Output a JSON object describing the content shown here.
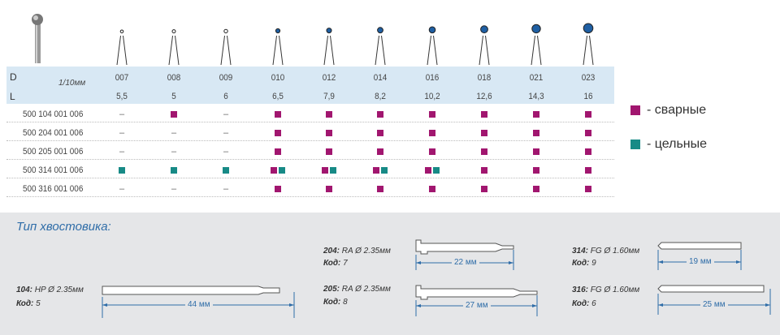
{
  "table": {
    "row_label_d": "D",
    "row_label_l": "L",
    "unit": "1/10мм",
    "sizes": [
      {
        "d": "007",
        "l": "5,5"
      },
      {
        "d": "008",
        "l": "5"
      },
      {
        "d": "009",
        "l": "6"
      },
      {
        "d": "010",
        "l": "6,5"
      },
      {
        "d": "012",
        "l": "7,9"
      },
      {
        "d": "014",
        "l": "8,2"
      },
      {
        "d": "016",
        "l": "10,2"
      },
      {
        "d": "018",
        "l": "12,6"
      },
      {
        "d": "021",
        "l": "14,3"
      },
      {
        "d": "023",
        "l": "16"
      }
    ],
    "rows": [
      {
        "code": "500 104 001 006",
        "cells": [
          "–",
          "m",
          "–",
          "m",
          "m",
          "m",
          "m",
          "m",
          "m",
          "m"
        ]
      },
      {
        "code": "500 204 001 006",
        "cells": [
          "–",
          "–",
          "–",
          "m",
          "m",
          "m",
          "m",
          "m",
          "m",
          "m"
        ]
      },
      {
        "code": "500 205 001 006",
        "cells": [
          "–",
          "–",
          "–",
          "m",
          "m",
          "m",
          "m",
          "m",
          "m",
          "m"
        ]
      },
      {
        "code": "500 314 001 006",
        "cells": [
          "t",
          "t",
          "t",
          "mt",
          "mt",
          "mt",
          "mt",
          "m",
          "m",
          "m"
        ]
      },
      {
        "code": "500 316 001 006",
        "cells": [
          "–",
          "–",
          "–",
          "m",
          "m",
          "m",
          "m",
          "m",
          "m",
          "m"
        ]
      }
    ]
  },
  "legend": {
    "welded": "- сварные",
    "solid": "- цельные",
    "welded_color": "#a1166f",
    "solid_color": "#178a86"
  },
  "shank": {
    "title": "Тип хвостовика:",
    "items": [
      {
        "id": "104",
        "num": "104:",
        "type": "HP Ø 2.35мм",
        "code_label": "Код:",
        "code": "5",
        "length": "44 мм"
      },
      {
        "id": "204",
        "num": "204:",
        "type": "RA Ø 2.35мм",
        "code_label": "Код:",
        "code": "7",
        "length": "22 мм"
      },
      {
        "id": "205",
        "num": "205:",
        "type": "RA Ø 2.35мм",
        "code_label": "Код:",
        "code": "8",
        "length": "27 мм"
      },
      {
        "id": "314",
        "num": "314:",
        "type": "FG Ø 1.60мм",
        "code_label": "Код:",
        "code": "9",
        "length": "19 мм"
      },
      {
        "id": "316",
        "num": "316:",
        "type": "FG Ø 1.60мм",
        "code_label": "Код:",
        "code": "6",
        "length": "25 мм"
      }
    ]
  },
  "icons": {
    "bur_photo": "round-bur-photo",
    "bur_drawing": "bur-outline-icon"
  }
}
